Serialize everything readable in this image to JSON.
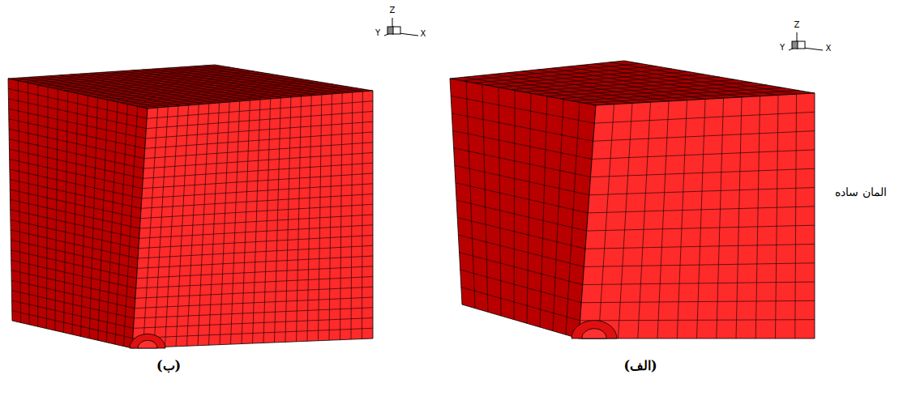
{
  "diagram": {
    "labels": [
      "Z",
      "Y",
      "X",
      "Z",
      "Y",
      "X",
      "المان ساده",
      "(ب)",
      "(الف)"
    ]
  }
}
